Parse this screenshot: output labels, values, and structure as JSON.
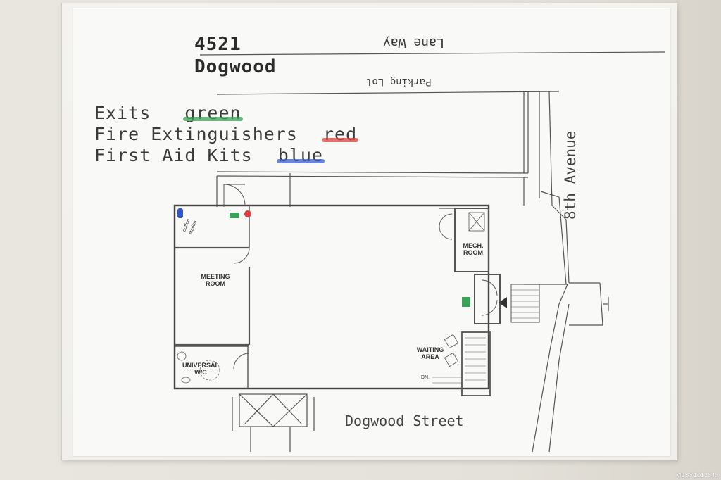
{
  "address": {
    "number": "4521",
    "street": "Dogwood"
  },
  "legend": {
    "items": [
      {
        "label": "Exits",
        "color_word": "green",
        "color": "#3aa35a"
      },
      {
        "label": "Fire Extinguishers",
        "color_word": "red",
        "color": "#e0403a"
      },
      {
        "label": "First Aid Kits",
        "color_word": "blue",
        "color": "#3a5fd0"
      }
    ]
  },
  "streets": {
    "lane": "Lane Way",
    "parking": "Parking Lot",
    "avenue": "8th Avenue",
    "street": "Dogwood Street"
  },
  "rooms": {
    "coffee": "coffee station",
    "meeting": "MEETING ROOM",
    "mech": "MECH. ROOM",
    "waiting": "WAITING AREA",
    "universal": "UNIVERSAL W/C",
    "dn": "DN."
  },
  "watermark": "MLS®1013649"
}
